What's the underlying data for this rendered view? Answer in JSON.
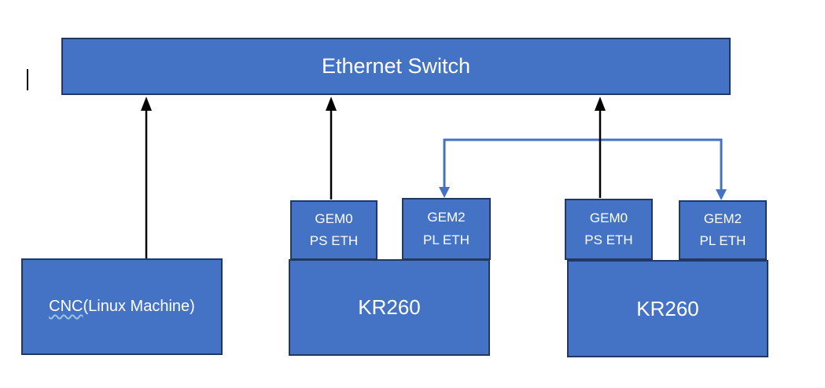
{
  "diagram": {
    "title": "Ethernet Switch network diagram",
    "switch": {
      "label": "Ethernet Switch"
    },
    "cnc": {
      "label_prefix": "CNC",
      "label_suffix": "(Linux Machine)",
      "full_label": "CNC(Linux Machine)"
    },
    "boards": [
      {
        "name": "KR260",
        "ports": [
          {
            "line1": "GEM0",
            "line2": "PS ETH"
          },
          {
            "line1": "GEM2",
            "line2": "PL ETH"
          }
        ]
      },
      {
        "name": "KR260",
        "ports": [
          {
            "line1": "GEM0",
            "line2": "PS ETH"
          },
          {
            "line1": "GEM2",
            "line2": "PL ETH"
          }
        ]
      }
    ],
    "connections": [
      {
        "from": "CNC(Linux Machine)",
        "to": "Ethernet Switch",
        "style": "black arrow pointing up"
      },
      {
        "from": "KR260 #1 GEM0 PS ETH",
        "to": "Ethernet Switch",
        "style": "black arrow pointing up"
      },
      {
        "from": "KR260 #2 GEM0 PS ETH",
        "to": "Ethernet Switch",
        "style": "black arrow pointing up"
      },
      {
        "from": "KR260 #1 GEM2 PL ETH",
        "to": "KR260 #2 GEM2 PL ETH",
        "style": "blue elbow connector with arrowheads down into both ports"
      }
    ],
    "colors": {
      "box_fill": "#4472C4",
      "box_border": "#1F3864",
      "text": "#FFFFFF",
      "black_arrow": "#000000",
      "blue_connector": "#4472C4",
      "spellcheck_underline": "#9DC3E6",
      "background": "#FFFFFF"
    }
  }
}
